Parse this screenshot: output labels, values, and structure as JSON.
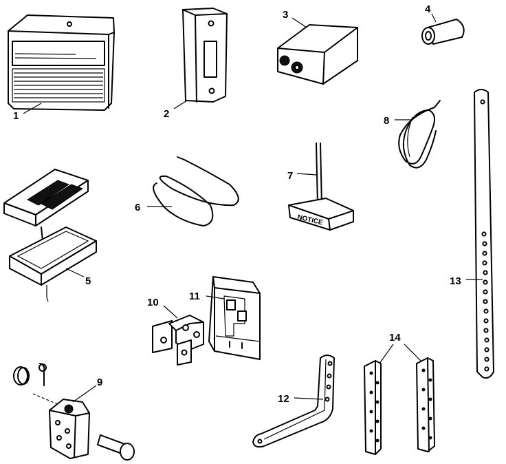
{
  "diagram": {
    "callouts": {
      "p1": "1",
      "p2": "2",
      "p3": "3",
      "p4": "4",
      "p5": "5",
      "p6": "6",
      "p7": "7",
      "p8": "8",
      "p9": "9",
      "p10": "10",
      "p11": "11",
      "p12": "12",
      "p13": "13",
      "p14": "14"
    },
    "sign_text": "NOTICE"
  }
}
